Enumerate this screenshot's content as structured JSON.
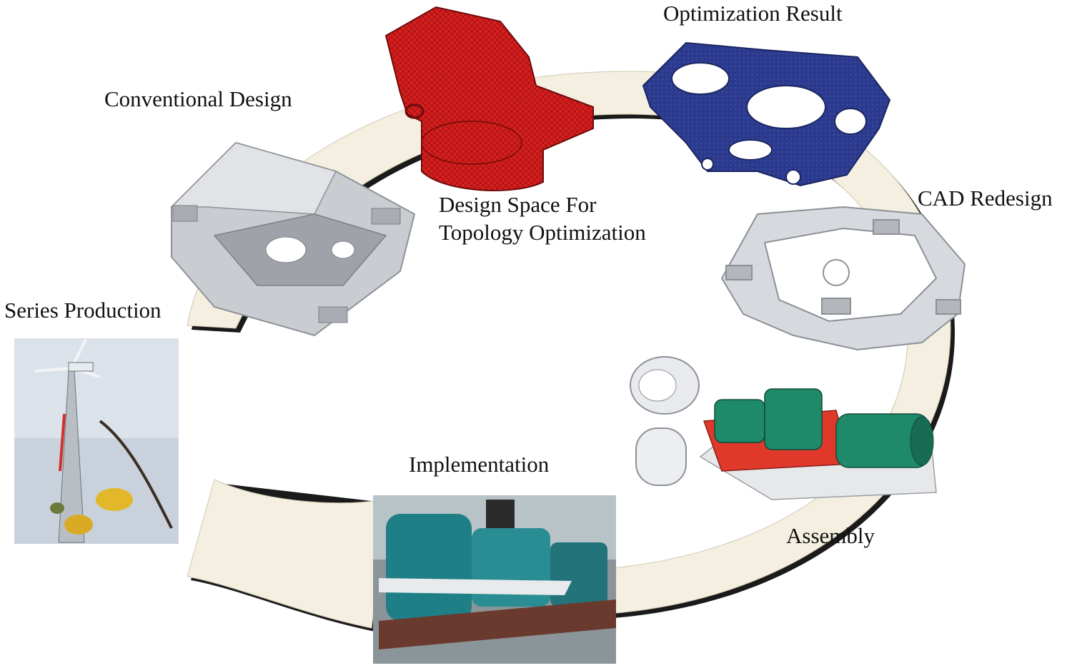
{
  "labels": {
    "conventional_design": "Conventional Design",
    "design_space_line1": "Design Space For",
    "design_space_line2": "Topology Optimization",
    "optimization_result": "Optimization Result",
    "cad_redesign": "CAD Redesign",
    "series_production": "Series Production",
    "implementation": "Implementation",
    "assembly": "Assembly"
  },
  "colors": {
    "cycle_arrow_fill": "#f4efe0",
    "cycle_arrow_shadow": "#1a1a1a",
    "mesh_red": "#d81e1e",
    "optimized_blue": "#2b3a8c",
    "cad_grey": "#d6d9dd",
    "assembly_green": "#1f8a6a",
    "frame_red": "#e0392b"
  },
  "stages": [
    "conventional_design",
    "design_space",
    "optimization_result",
    "cad_redesign",
    "assembly",
    "implementation",
    "series_production"
  ]
}
